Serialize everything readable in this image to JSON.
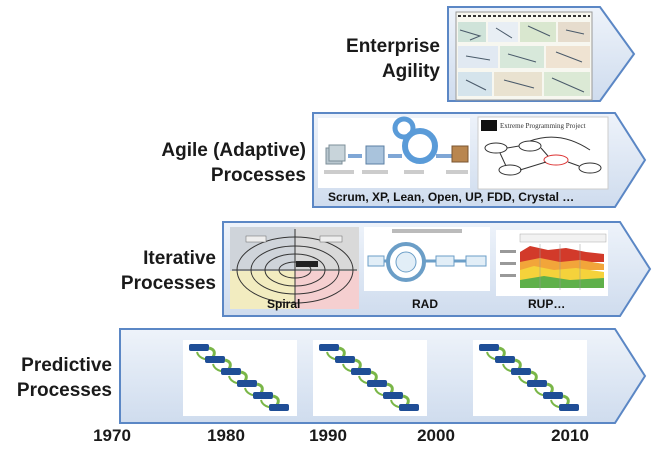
{
  "rows": {
    "enterprise": {
      "label": "Enterprise\nAgility"
    },
    "agile": {
      "label": "Agile (Adaptive)\nProcesses",
      "caption": "Scrum, XP, Lean, Open, UP, FDD, Crystal …",
      "xp_title": "Extreme Programming Project"
    },
    "iterative": {
      "label": "Iterative\nProcesses",
      "spiral": "Spiral",
      "rad": "RAD",
      "rup": "RUP…"
    },
    "predictive": {
      "label": "Predictive\nProcesses"
    }
  },
  "timeline": {
    "years": [
      "1970",
      "1980",
      "1990",
      "2000",
      "2010"
    ]
  },
  "colors": {
    "arrow_fill": "#dce6f2",
    "arrow_stroke": "#5b87c5",
    "step_box": "#1f4e96",
    "step_link": "#7ab648"
  }
}
